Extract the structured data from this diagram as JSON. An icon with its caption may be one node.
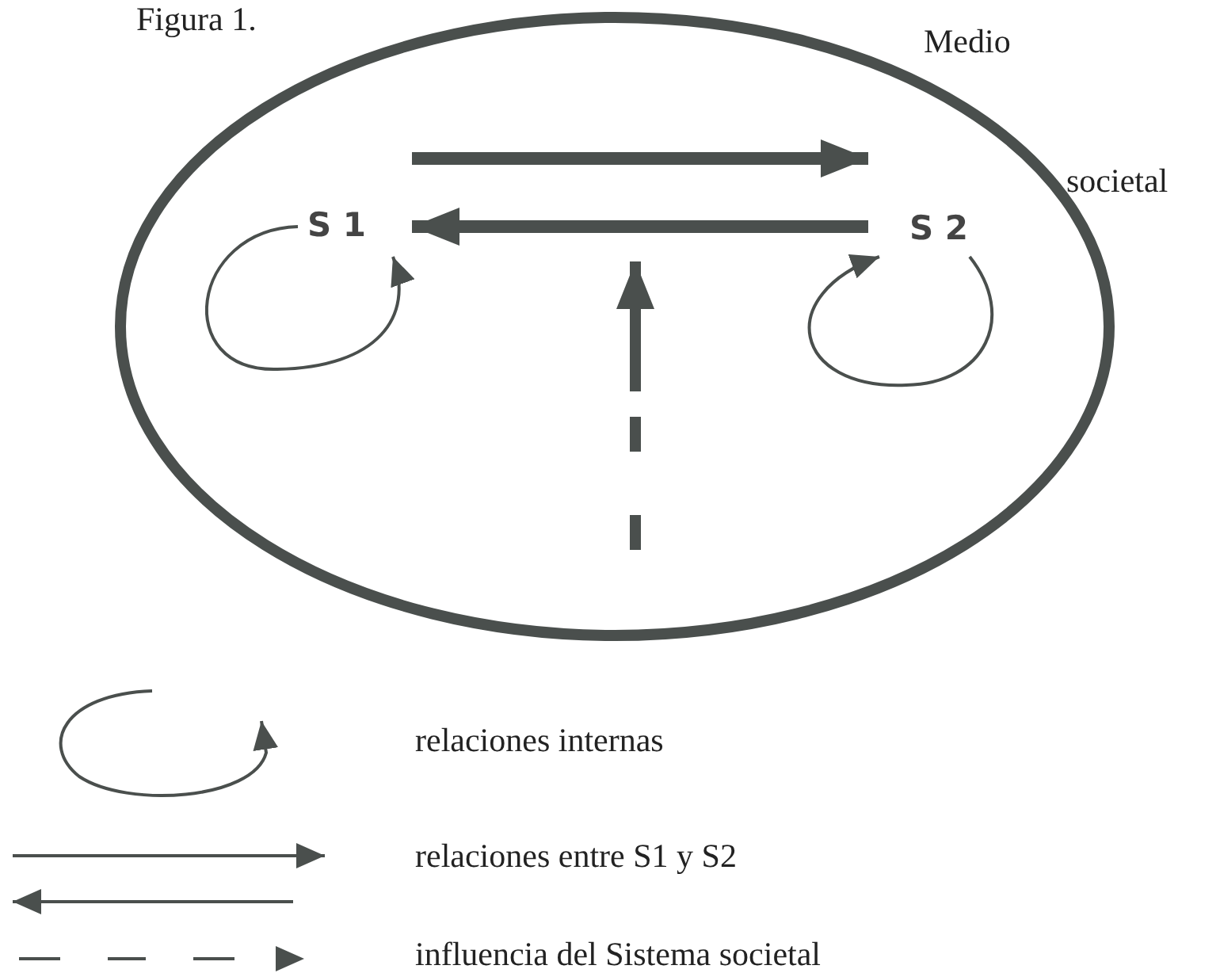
{
  "diagram": {
    "title": "Figura 1.",
    "nodes": [
      {
        "text": [
          "Medio",
          "societal"
        ]
      },
      {
        "text": [
          "S 1"
        ],
        "in": 0
      },
      {
        "text": [
          "S 2"
        ],
        "in": 0
      }
    ],
    "edges": [
      {
        "from": 1,
        "to": 2,
        "arrow": "to"
      },
      {
        "from": 2,
        "to": 1,
        "arrow": "to"
      },
      {
        "from": 1,
        "to": 1,
        "arrow": "to"
      },
      {
        "from": 2,
        "to": 2,
        "arrow": "to"
      },
      {
        "from": 0,
        "to": null,
        "arrow": "to",
        "style": "dashed"
      }
    ],
    "legend": [
      {
        "text": "relaciones internas"
      },
      {
        "text": "relaciones entre S1 y S2"
      },
      {
        "text": "influencia del Sistema societal"
      }
    ]
  }
}
